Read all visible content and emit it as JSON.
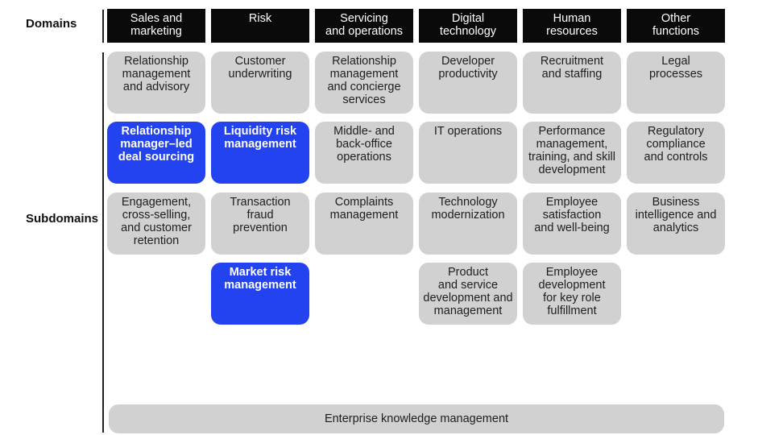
{
  "labels": {
    "domains": "Domains",
    "subdomains": "Subdomains"
  },
  "domains": [
    "Sales and\nmarketing",
    "Risk",
    "Servicing\nand operations",
    "Digital\ntechnology",
    "Human\nresources",
    "Other\nfunctions"
  ],
  "columns": [
    {
      "subdomains": [
        {
          "label": "Relationship\nmanagement\nand advisory",
          "highlight": false
        },
        {
          "label": "Relationship\nmanager–led\ndeal sourcing",
          "highlight": true
        },
        {
          "label": "Engagement,\ncross-selling,\nand customer\nretention",
          "highlight": false
        }
      ]
    },
    {
      "subdomains": [
        {
          "label": "Customer\nunderwriting",
          "highlight": false
        },
        {
          "label": "Liquidity risk\nmanagement",
          "highlight": true
        },
        {
          "label": "Transaction\nfraud\nprevention",
          "highlight": false
        },
        {
          "label": "Market risk\nmanagement",
          "highlight": true
        }
      ]
    },
    {
      "subdomains": [
        {
          "label": "Relationship\nmanagement\nand concierge\nservices",
          "highlight": false
        },
        {
          "label": "Middle- and\nback-office\noperations",
          "highlight": false
        },
        {
          "label": "Complaints\nmanagement",
          "highlight": false
        }
      ]
    },
    {
      "subdomains": [
        {
          "label": "Developer\nproductivity",
          "highlight": false
        },
        {
          "label": "IT operations",
          "highlight": false
        },
        {
          "label": "Technology\nmodernization",
          "highlight": false
        },
        {
          "label": "Product\nand service\ndevelopment and\nmanagement",
          "highlight": false
        }
      ]
    },
    {
      "subdomains": [
        {
          "label": "Recruitment\nand staffing",
          "highlight": false
        },
        {
          "label": "Performance\nmanagement,\ntraining, and skill\ndevelopment",
          "highlight": false
        },
        {
          "label": "Employee\nsatisfaction\nand well-being",
          "highlight": false
        },
        {
          "label": "Employee\ndevelopment\nfor key role\nfulfillment",
          "highlight": false
        }
      ]
    },
    {
      "subdomains": [
        {
          "label": "Legal\nprocesses",
          "highlight": false
        },
        {
          "label": "Regulatory\ncompliance\nand controls",
          "highlight": false
        },
        {
          "label": "Business\nintelligence and\nanalytics",
          "highlight": false
        }
      ]
    }
  ],
  "bottom_bar": "Enterprise knowledge management",
  "colors": {
    "domain_bg": "#0a0a0a",
    "cell_bg": "#d1d1d1",
    "highlight_bg": "#2342f0"
  }
}
